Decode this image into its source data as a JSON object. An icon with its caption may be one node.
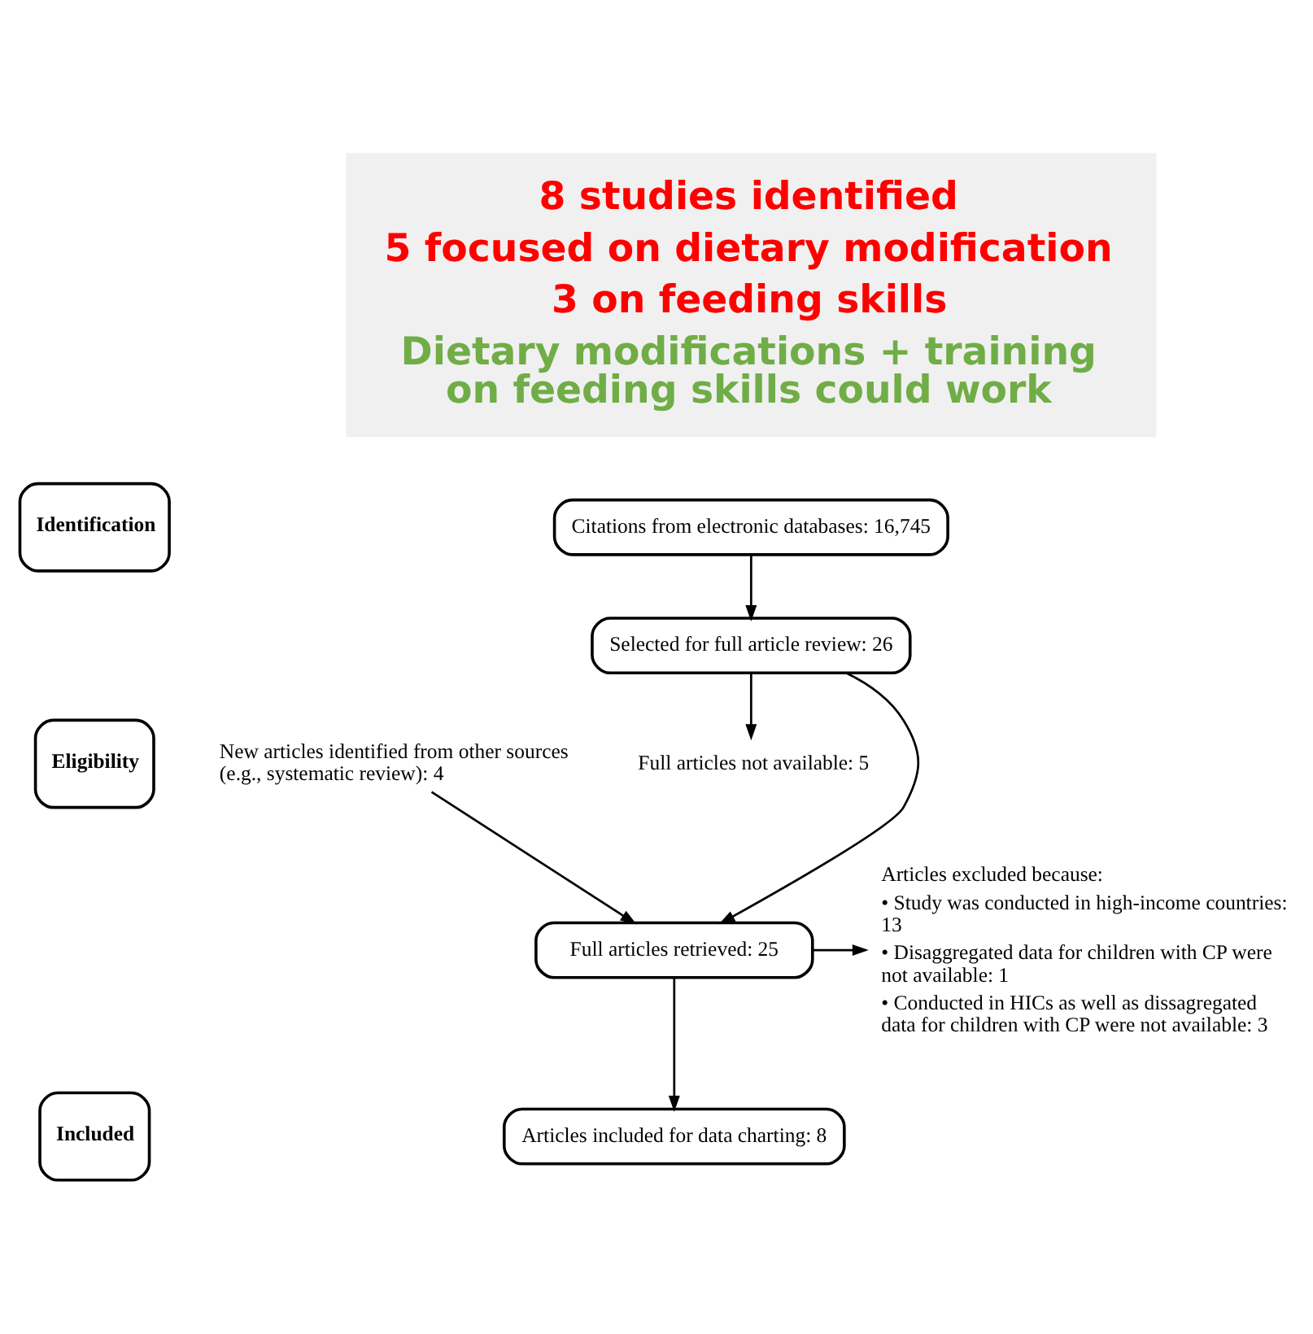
{
  "diagram": {
    "nodes": [
      {
        "text": [
          "Identification"
        ]
      },
      {
        "text": [
          "Citations from electronic databases: 16,745"
        ]
      },
      {
        "text": [
          "Selected for full article review: 26"
        ]
      },
      {
        "text": [
          "Eligibility"
        ]
      },
      {
        "text": [
          "New articles identified from other sources (e.g., systematic review): 4"
        ]
      },
      {
        "text": [
          "Full articles not available: 5"
        ]
      },
      {
        "text": [
          "Full articles retrieved: 25"
        ]
      },
      {
        "text": [
          "Articles excluded because:",
          "• Study was conducted in high-income countries: 13",
          "• Disaggregated data for children with CP were not available: 1",
          "• Conducted in HICs as well as dissagregated data for children with CP were not available: 3"
        ]
      },
      {
        "text": [
          "Included"
        ]
      },
      {
        "text": [
          "Articles included for data charting: 8"
        ]
      },
      {
        "text": [
          "8 studies identified",
          "5 focused on dietary modification",
          "3 on feeding skills",
          "Dietary modifications + training on feeding skills could work"
        ]
      }
    ],
    "edges": [
      {
        "from": 1,
        "to": 2,
        "arrow": "to"
      },
      {
        "from": 4,
        "to": 6,
        "arrow": "to"
      },
      {
        "from": 2,
        "to": 5,
        "arrow": "to"
      },
      {
        "from": 2,
        "to": 6,
        "arrow": "to"
      },
      {
        "from": 6,
        "to": 7,
        "arrow": "to"
      },
      {
        "from": 6,
        "to": 9,
        "arrow": "to"
      }
    ]
  }
}
